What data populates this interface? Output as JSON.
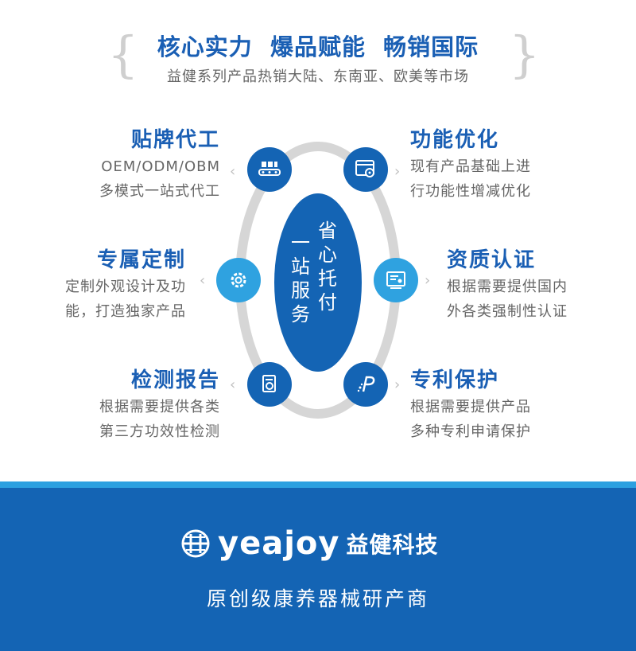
{
  "header": {
    "title": "核心实力  爆品赋能  畅销国际",
    "subtitle": "益健系列产品热销大陆、东南亚、欧美等市场"
  },
  "features": {
    "oem": {
      "title": "贴牌代工",
      "lines": [
        "OEM/ODM/OBM",
        "多模式一站式代工"
      ],
      "icon": "factory-conveyor-icon"
    },
    "custom": {
      "title": "专属定制",
      "lines": [
        "定制外观设计及功",
        "能，打造独家产品"
      ],
      "icon": "gear-settings-icon"
    },
    "testing": {
      "title": "检测报告",
      "lines": [
        "根据需要提供各类",
        "第三方功效性检测"
      ],
      "icon": "report-document-icon"
    },
    "optimize": {
      "title": "功能优化",
      "lines": [
        "现有产品基础上进",
        "行功能性增减优化"
      ],
      "icon": "browser-gear-icon"
    },
    "certify": {
      "title": "资质认证",
      "lines": [
        "根据需要提供国内",
        "外各类强制性认证"
      ],
      "icon": "certificate-icon"
    },
    "patent": {
      "title": "专利保护",
      "lines": [
        "根据需要提供产品",
        "多种专利申请保护"
      ],
      "icon": "patent-p-icon"
    }
  },
  "center": {
    "col1": [
      "一",
      "站",
      "服",
      "务"
    ],
    "col2": [
      "省",
      "心",
      "托",
      "付"
    ]
  },
  "footer": {
    "brand": "yeajoy",
    "brand_cn": "益健科技",
    "slogan": "原创级康养器械研产商"
  },
  "colors": {
    "primary": "#1464b4",
    "accent": "#2fa2e0",
    "ring": "#d6d6d6",
    "text_gray": "#666666"
  }
}
